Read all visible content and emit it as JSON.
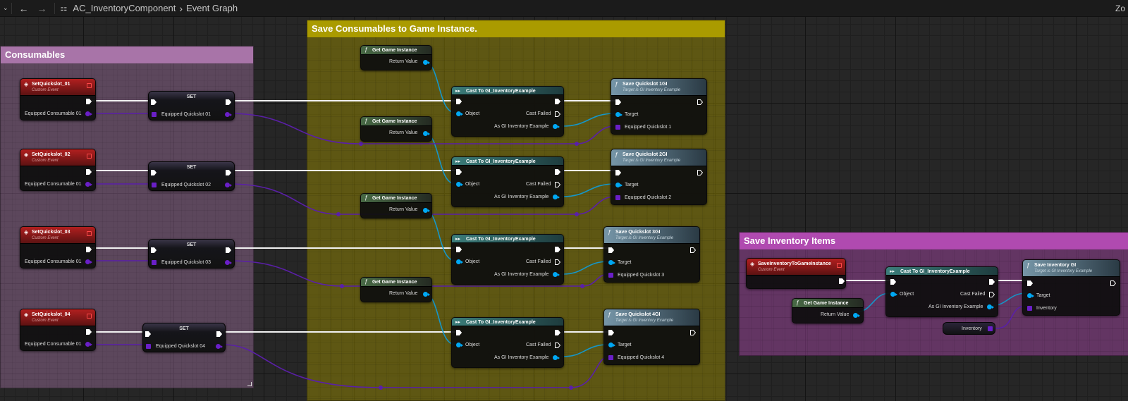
{
  "breadcrumb": {
    "component": "AC_InventoryComponent",
    "separator": "›",
    "graph": "Event Graph"
  },
  "corner_text": "Zo",
  "comments": {
    "consumables": "Consumables",
    "save_consumables": "Save Consumables to Game Instance.",
    "save_inventory": "Save Inventory Items"
  },
  "events": [
    {
      "title": "SetQuickslot_01",
      "subtitle": "Custom Event",
      "pin": "Equipped Consumable 01"
    },
    {
      "title": "SetQuickslot_02",
      "subtitle": "Custom Event",
      "pin": "Equipped Consumable 01"
    },
    {
      "title": "SetQuickslot_03",
      "subtitle": "Custom Event",
      "pin": "Equipped Consumable 01"
    },
    {
      "title": "SetQuickslot_04",
      "subtitle": "Custom Event",
      "pin": "Equipped Consumable 01"
    }
  ],
  "set_nodes": [
    {
      "title": "SET",
      "pin": "Equipped Quickslot 01"
    },
    {
      "title": "SET",
      "pin": "Equipped Quickslot 02"
    },
    {
      "title": "SET",
      "pin": "Equipped Quickslot 03"
    },
    {
      "title": "SET",
      "pin": "Equipped Quickslot 04"
    }
  ],
  "get_game_instance": {
    "title": "Get Game Instance",
    "pin": "Return Value"
  },
  "cast_node": {
    "title": "Cast To GI_InventoryExample",
    "object": "Object",
    "failed": "Cast Failed",
    "as": "As GI Inventory Example"
  },
  "save_nodes": [
    {
      "title": "Save Quickslot 1GI",
      "subtitle": "Target is GI Inventory Example",
      "target": "Target",
      "pin": "Equipped Quickslot 1"
    },
    {
      "title": "Save Quickslot 2GI",
      "subtitle": "Target is GI Inventory Example",
      "target": "Target",
      "pin": "Equipped Quickslot 2"
    },
    {
      "title": "Save Quickslot 3GI",
      "subtitle": "Target is GI Inventory Example",
      "target": "Target",
      "pin": "Equipped Quickslot 3"
    },
    {
      "title": "Save Quickslot 4GI",
      "subtitle": "Target is GI Inventory Example",
      "target": "Target",
      "pin": "Equipped Quickslot 4"
    }
  ],
  "inventory_event": {
    "title": "SaveInventoryToGameInstance",
    "subtitle": "Custom Event"
  },
  "save_inventory_node": {
    "title": "Save Inventory GI",
    "subtitle": "Target is GI Inventory Example",
    "target": "Target",
    "pin": "Inventory"
  },
  "inventory_var": "Inventory",
  "colors": {
    "exec": "#ffffff",
    "object_pin": "#00a8f4",
    "struct_pin": "#6a1fc8",
    "consumables_comment": "#a874a8",
    "save_comment": "#aa9b00",
    "inventory_comment": "#b04ab0"
  }
}
